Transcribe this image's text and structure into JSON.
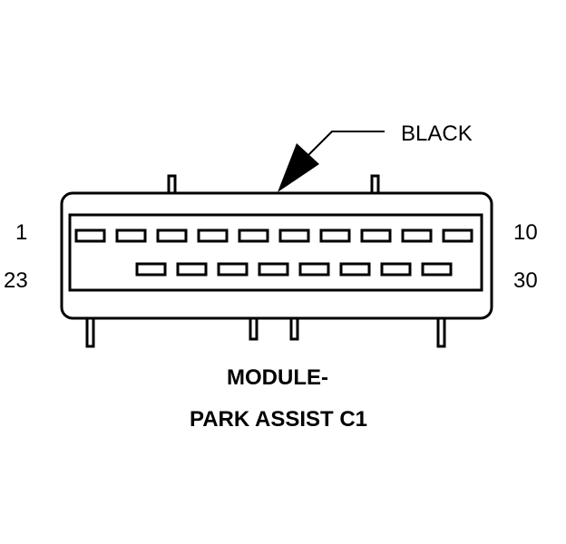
{
  "connector": {
    "callout_label": "BLACK",
    "row1": {
      "first_pin": "1",
      "last_pin": "10",
      "cavity_count": 10
    },
    "row2": {
      "first_pin": "23",
      "last_pin": "30",
      "cavity_count": 8
    },
    "title_line1": "MODULE-",
    "title_line2": "PARK ASSIST C1"
  },
  "colors": {
    "line": "#000000",
    "background": "#ffffff"
  }
}
